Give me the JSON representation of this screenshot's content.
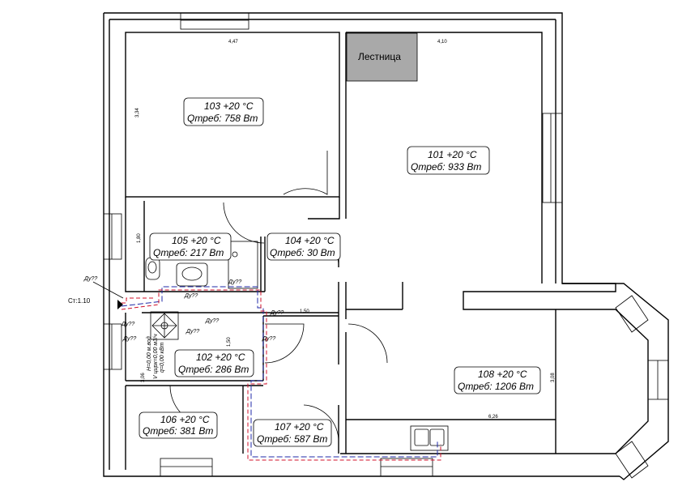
{
  "stair_label": "Лестница",
  "riser_label": "Ст:1.10",
  "dimensions": {
    "d_447": "4,47",
    "d_410": "4,10",
    "d_334": "3,34",
    "d_180": "1,80",
    "d_150a": "1,50",
    "d_150b": "1,50",
    "d_626": "6,26",
    "d_308": "3,08",
    "d_306": "3,06"
  },
  "rooms": [
    {
      "id": "r103",
      "name": "103  +20 °C",
      "load": "Qтреб: 758 Вт"
    },
    {
      "id": "r101",
      "name": "101  +20 °C",
      "load": "Qтреб: 933 Вт"
    },
    {
      "id": "r105",
      "name": "105  +20 °C",
      "load": "Qтреб: 217 Вт"
    },
    {
      "id": "r104",
      "name": "104  +20 °C",
      "load": "Qтреб: 30 Вт"
    },
    {
      "id": "r102",
      "name": "102  +20 °C",
      "load": "Qтреб: 286 Вт"
    },
    {
      "id": "r108",
      "name": "108  +20 °C",
      "load": "Qтреб: 1206 Вт"
    },
    {
      "id": "r106",
      "name": "106  +20 °C",
      "load": "Qтреб: 381 Вт"
    },
    {
      "id": "r107",
      "name": "107  +20 °C",
      "load": "Qтреб: 587 Вт"
    }
  ],
  "pipe_tags": {
    "t1": "Ду??",
    "t2": "Ду??",
    "t3": "Ду??",
    "t4": "Ду??",
    "t5": "Ду??",
    "t6": "Ду??",
    "t7": "Ду??",
    "t8": "Ду??",
    "t9": "Ду??"
  },
  "boiler_note": {
    "line1": "V цирк=0,00 м3/ч",
    "line2": "H=0,00 м.вод",
    "line3": "q=0,00 кВт"
  },
  "colors": {
    "supply": "#d0102a",
    "return": "#1f2aa8",
    "stair_fill": "#a9a9a9"
  }
}
